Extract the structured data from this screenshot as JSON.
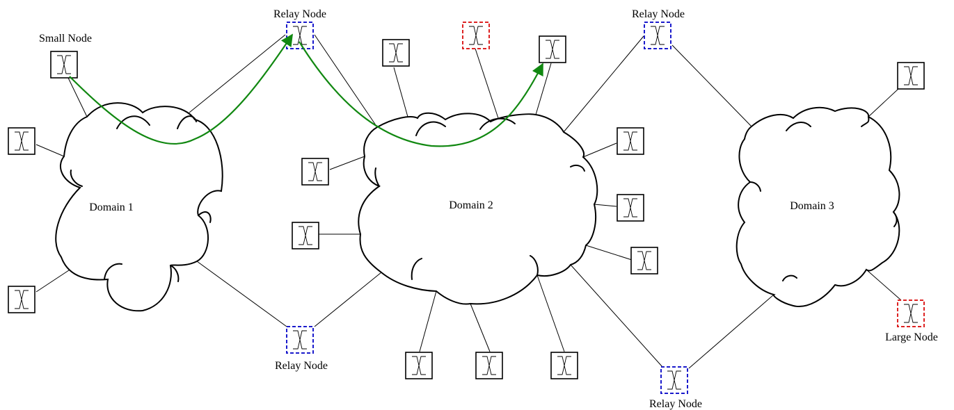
{
  "domains": [
    {
      "id": "d1",
      "label": "Domain 1"
    },
    {
      "id": "d2",
      "label": "Domain 2"
    },
    {
      "id": "d3",
      "label": "Domain 3"
    }
  ],
  "node_labels": {
    "small": "Small Node",
    "relay_top_left": "Relay Node",
    "relay_top_right": "Relay Node",
    "relay_bottom_left": "Relay Node",
    "relay_bottom_right": "Relay Node",
    "large": "Large Node"
  },
  "node_types": {
    "small": {
      "border": "#000000",
      "dashed": false
    },
    "relay": {
      "border": "#1a1acc",
      "dashed": true
    },
    "large": {
      "border": "#dd2222",
      "dashed": true
    }
  },
  "route_color": "#118811"
}
